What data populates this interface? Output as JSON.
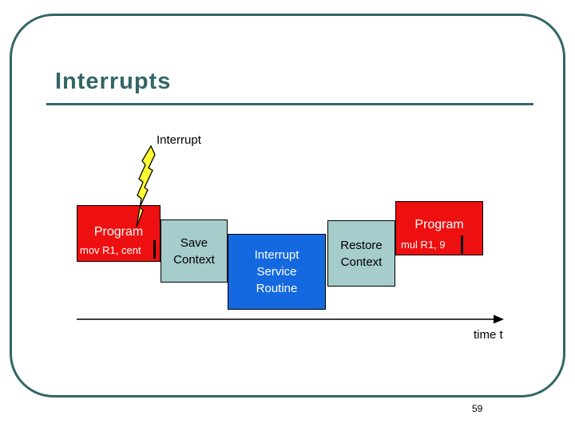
{
  "header": {
    "title": "Interrupts"
  },
  "diagram": {
    "interrupt_label": "Interrupt",
    "program_before": {
      "name": "Program",
      "instruction": "mov R1, cent"
    },
    "save_context": {
      "line1": "Save",
      "line2": "Context"
    },
    "isr": {
      "line1": "Interrupt",
      "line2": "Service",
      "line3": "Routine"
    },
    "restore_context": {
      "line1": "Restore",
      "line2": "Context"
    },
    "program_after": {
      "name": "Program",
      "instruction": "mul R1, 9"
    },
    "time_axis_label": "time t"
  },
  "footer": {
    "page_number": "59"
  },
  "icons": {
    "interrupt_bolt": "lightning-bolt"
  },
  "colors": {
    "accent": "#336666",
    "program_red": "#ee1010",
    "context_blue": "#a6cccb",
    "isr_blue": "#1569e0",
    "bolt_yellow": "#ffff33"
  }
}
